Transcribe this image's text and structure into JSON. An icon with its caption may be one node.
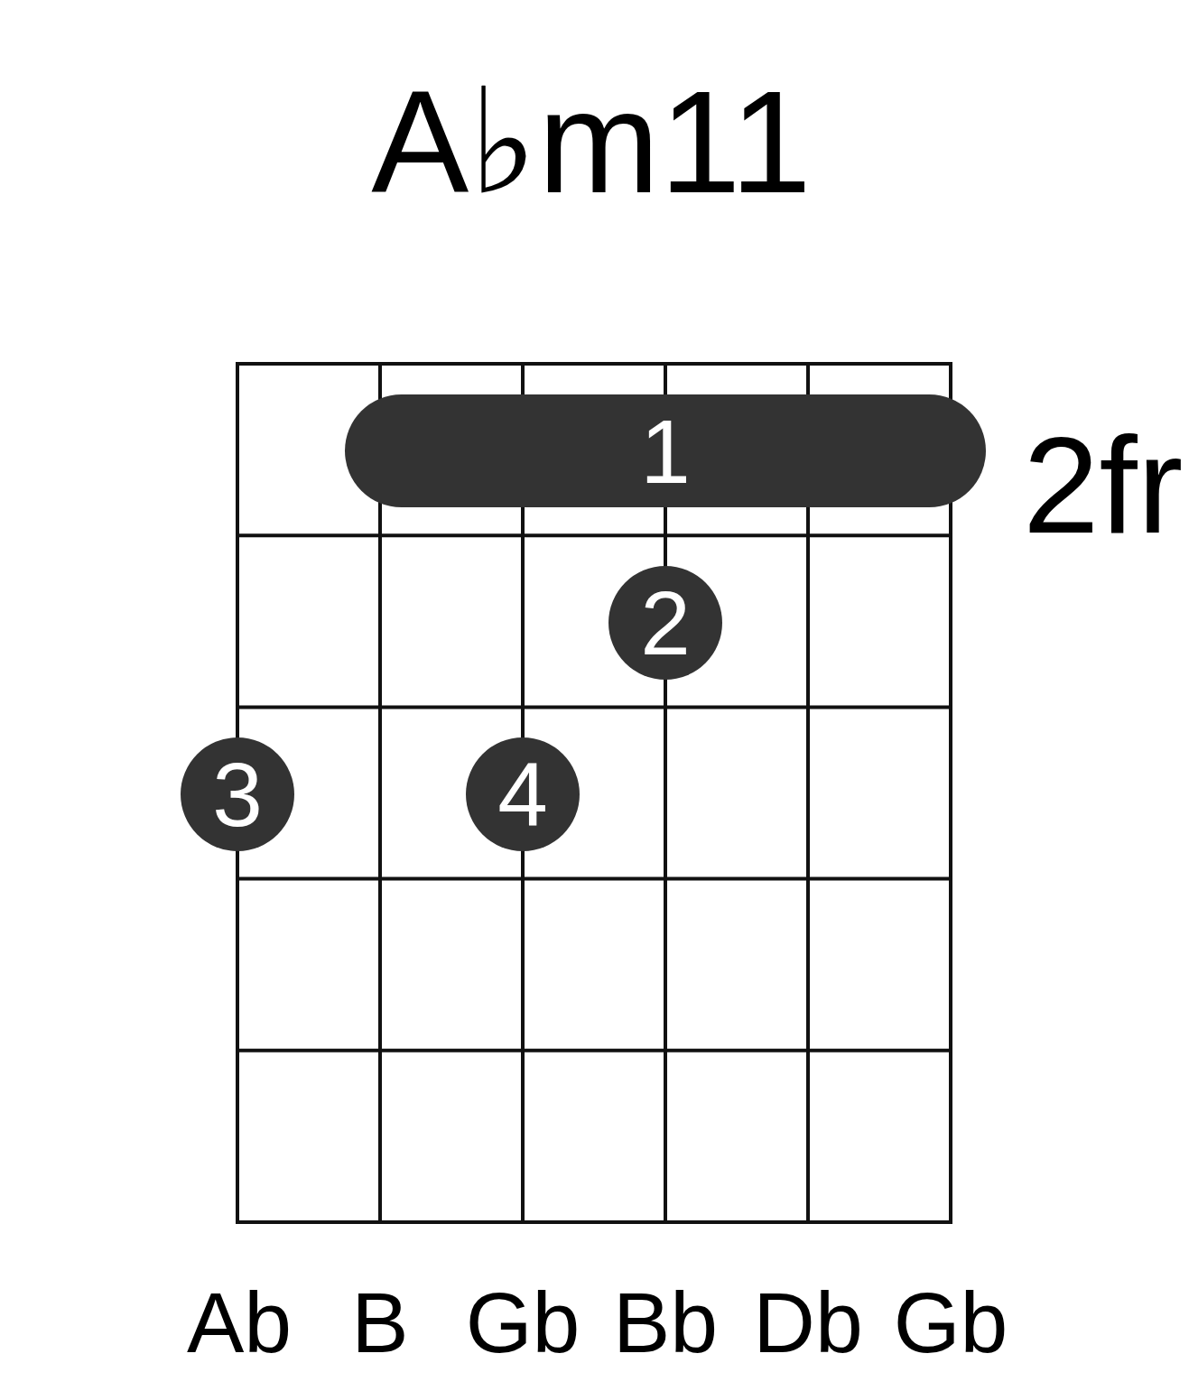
{
  "diagram": {
    "title": "A♭m11",
    "nodes": [
      {
        "text": [
          "1"
        ]
      },
      {
        "text": [
          "2"
        ]
      },
      {
        "text": [
          "3"
        ]
      },
      {
        "text": [
          "4"
        ]
      }
    ],
    "labels": [
      "2fr",
      "Ab",
      "B",
      "Gb",
      "Bb",
      "Db",
      "Gb"
    ]
  }
}
